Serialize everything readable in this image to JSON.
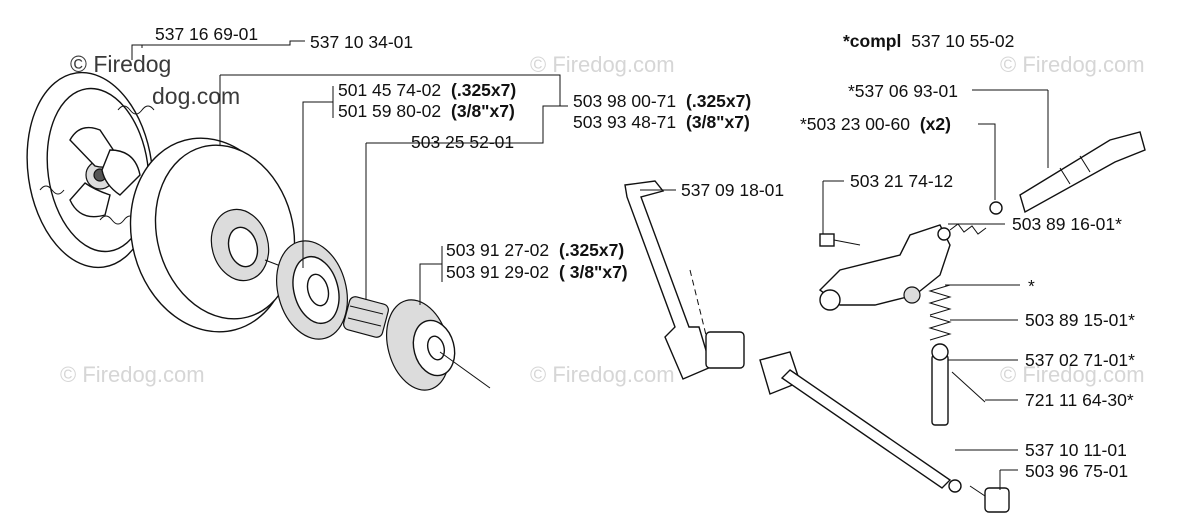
{
  "watermarks": {
    "text": "© Firedog.com",
    "dark_main": "© Firedog",
    "dark_suffix": "dog.com"
  },
  "labels": {
    "clutch_assy": "537 16 69-01",
    "clutch_drum": "537 10 34-01",
    "rim_a_num": "501 45 74-02",
    "rim_a_spec": "(.325x7)",
    "rim_b_num": "501 59 80-02",
    "rim_b_spec": "(3/8\"x7)",
    "drum_kit_a_num": "503 98 00-71",
    "drum_kit_a_spec": "(.325x7)",
    "drum_kit_b_num": "503 93 48-71",
    "drum_kit_b_spec": "(3/8\"x7)",
    "needle_bearing": "503 25 52-01",
    "spur_a_num": "503 91 27-02",
    "spur_a_spec": "(.325x7)",
    "spur_b_num": "503 91 29-02",
    "spur_b_spec": "( 3/8\"x7)",
    "compl_prefix": "*compl",
    "compl_num": "537 10 55-02",
    "shaft": "*537 06 93-01",
    "washer_num": "*503 23 00-60",
    "washer_qty": "(x2)",
    "brake_lever": "537 09 18-01",
    "screw": "503 21 74-12",
    "spring_top": "503 89 16-01*",
    "asterisk_part": "*",
    "spring_mid": "503 89 15-01*",
    "plunger": "537 02 71-01*",
    "pin": "721 11 64-30*",
    "cable": "537 10 11-01",
    "end_cap": "503 96 75-01"
  }
}
